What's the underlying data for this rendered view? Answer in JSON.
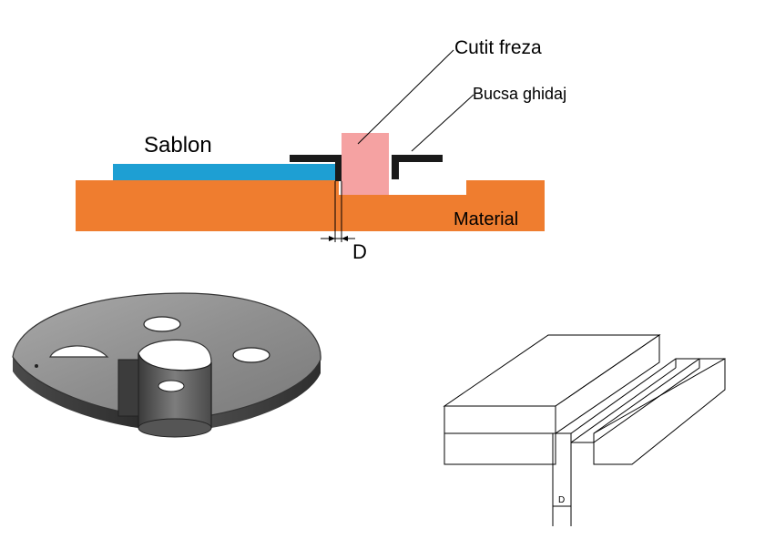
{
  "top_diagram": {
    "labels": {
      "cutter": "Cutit freza",
      "guide_bushing": "Bucsa ghidaj",
      "template": "Sablon",
      "material": "Material",
      "offset": "D"
    },
    "colors": {
      "template": "#1e9fd3",
      "material": "#ef7d2f",
      "cutter": "#f5a2a2",
      "bushing": "#1a1a1a"
    }
  },
  "iso_diagram": {
    "labels": {
      "offset": "D"
    }
  }
}
